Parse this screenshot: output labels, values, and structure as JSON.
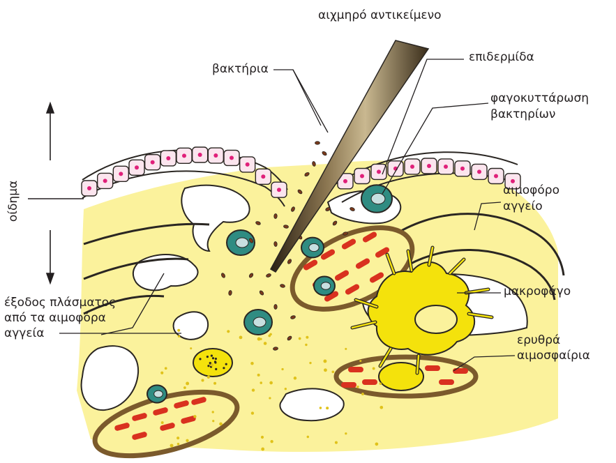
{
  "labels": {
    "sharp_object": "αιχμηρό αντικείμενο",
    "bacteria": "βακτήρια",
    "epidermis": "επιδερμίδα",
    "phagocytosis_line1": "φαγοκυττάρωση",
    "phagocytosis_line2": "βακτηρίων",
    "blood_vessel_line1": "αιμοφόρο",
    "blood_vessel_line2": "αγγείο",
    "edema": "οίδημα",
    "macrophage": "μακροφάγο",
    "plasma_exit_line1": "έξοδος πλάσματος",
    "plasma_exit_line2": "από τα αιμοφόρα",
    "plasma_exit_line3": "αγγεία",
    "rbc_line1": "ερυθρά",
    "rbc_line2": "αιμοσφαίρια"
  },
  "colors": {
    "tissue_yellow": "#fbf29c",
    "macrophage_yellow": "#f4e20c",
    "cell_teal": "#2f8c82",
    "rbc_red": "#d9311f",
    "vessel_wall_brown": "#7b5a2c",
    "skin_cell_pink": "#fbe5ee",
    "nucleus_magenta": "#e0207a",
    "outline": "#2a2622"
  }
}
